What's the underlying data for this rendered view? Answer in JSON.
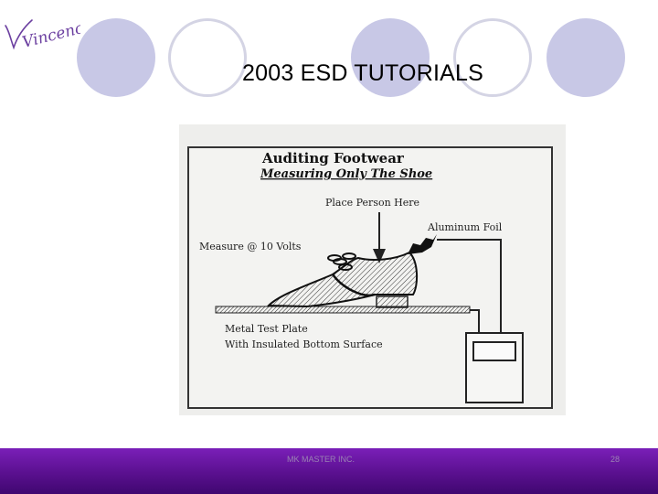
{
  "slide": {
    "logo_text": "Vincenc",
    "title": "2003 ESD TUTORIALS"
  },
  "figure": {
    "heading": "Auditing Footwear",
    "subheading": "Measuring Only The Shoe",
    "labels": {
      "place_person": "Place Person Here",
      "aluminum_foil": "Aluminum Foil",
      "measure": "Measure @ 10 Volts",
      "metal_plate": "Metal Test Plate",
      "insulated": "With Insulated Bottom Surface"
    }
  },
  "footer": {
    "company": "MK MASTER INC.",
    "page_number": "28"
  },
  "colors": {
    "decor_circle": "#c8c8e6",
    "decor_outline": "#d4d4e4",
    "footer_bar": "#5a108f",
    "logo": "#6b3fa0"
  }
}
